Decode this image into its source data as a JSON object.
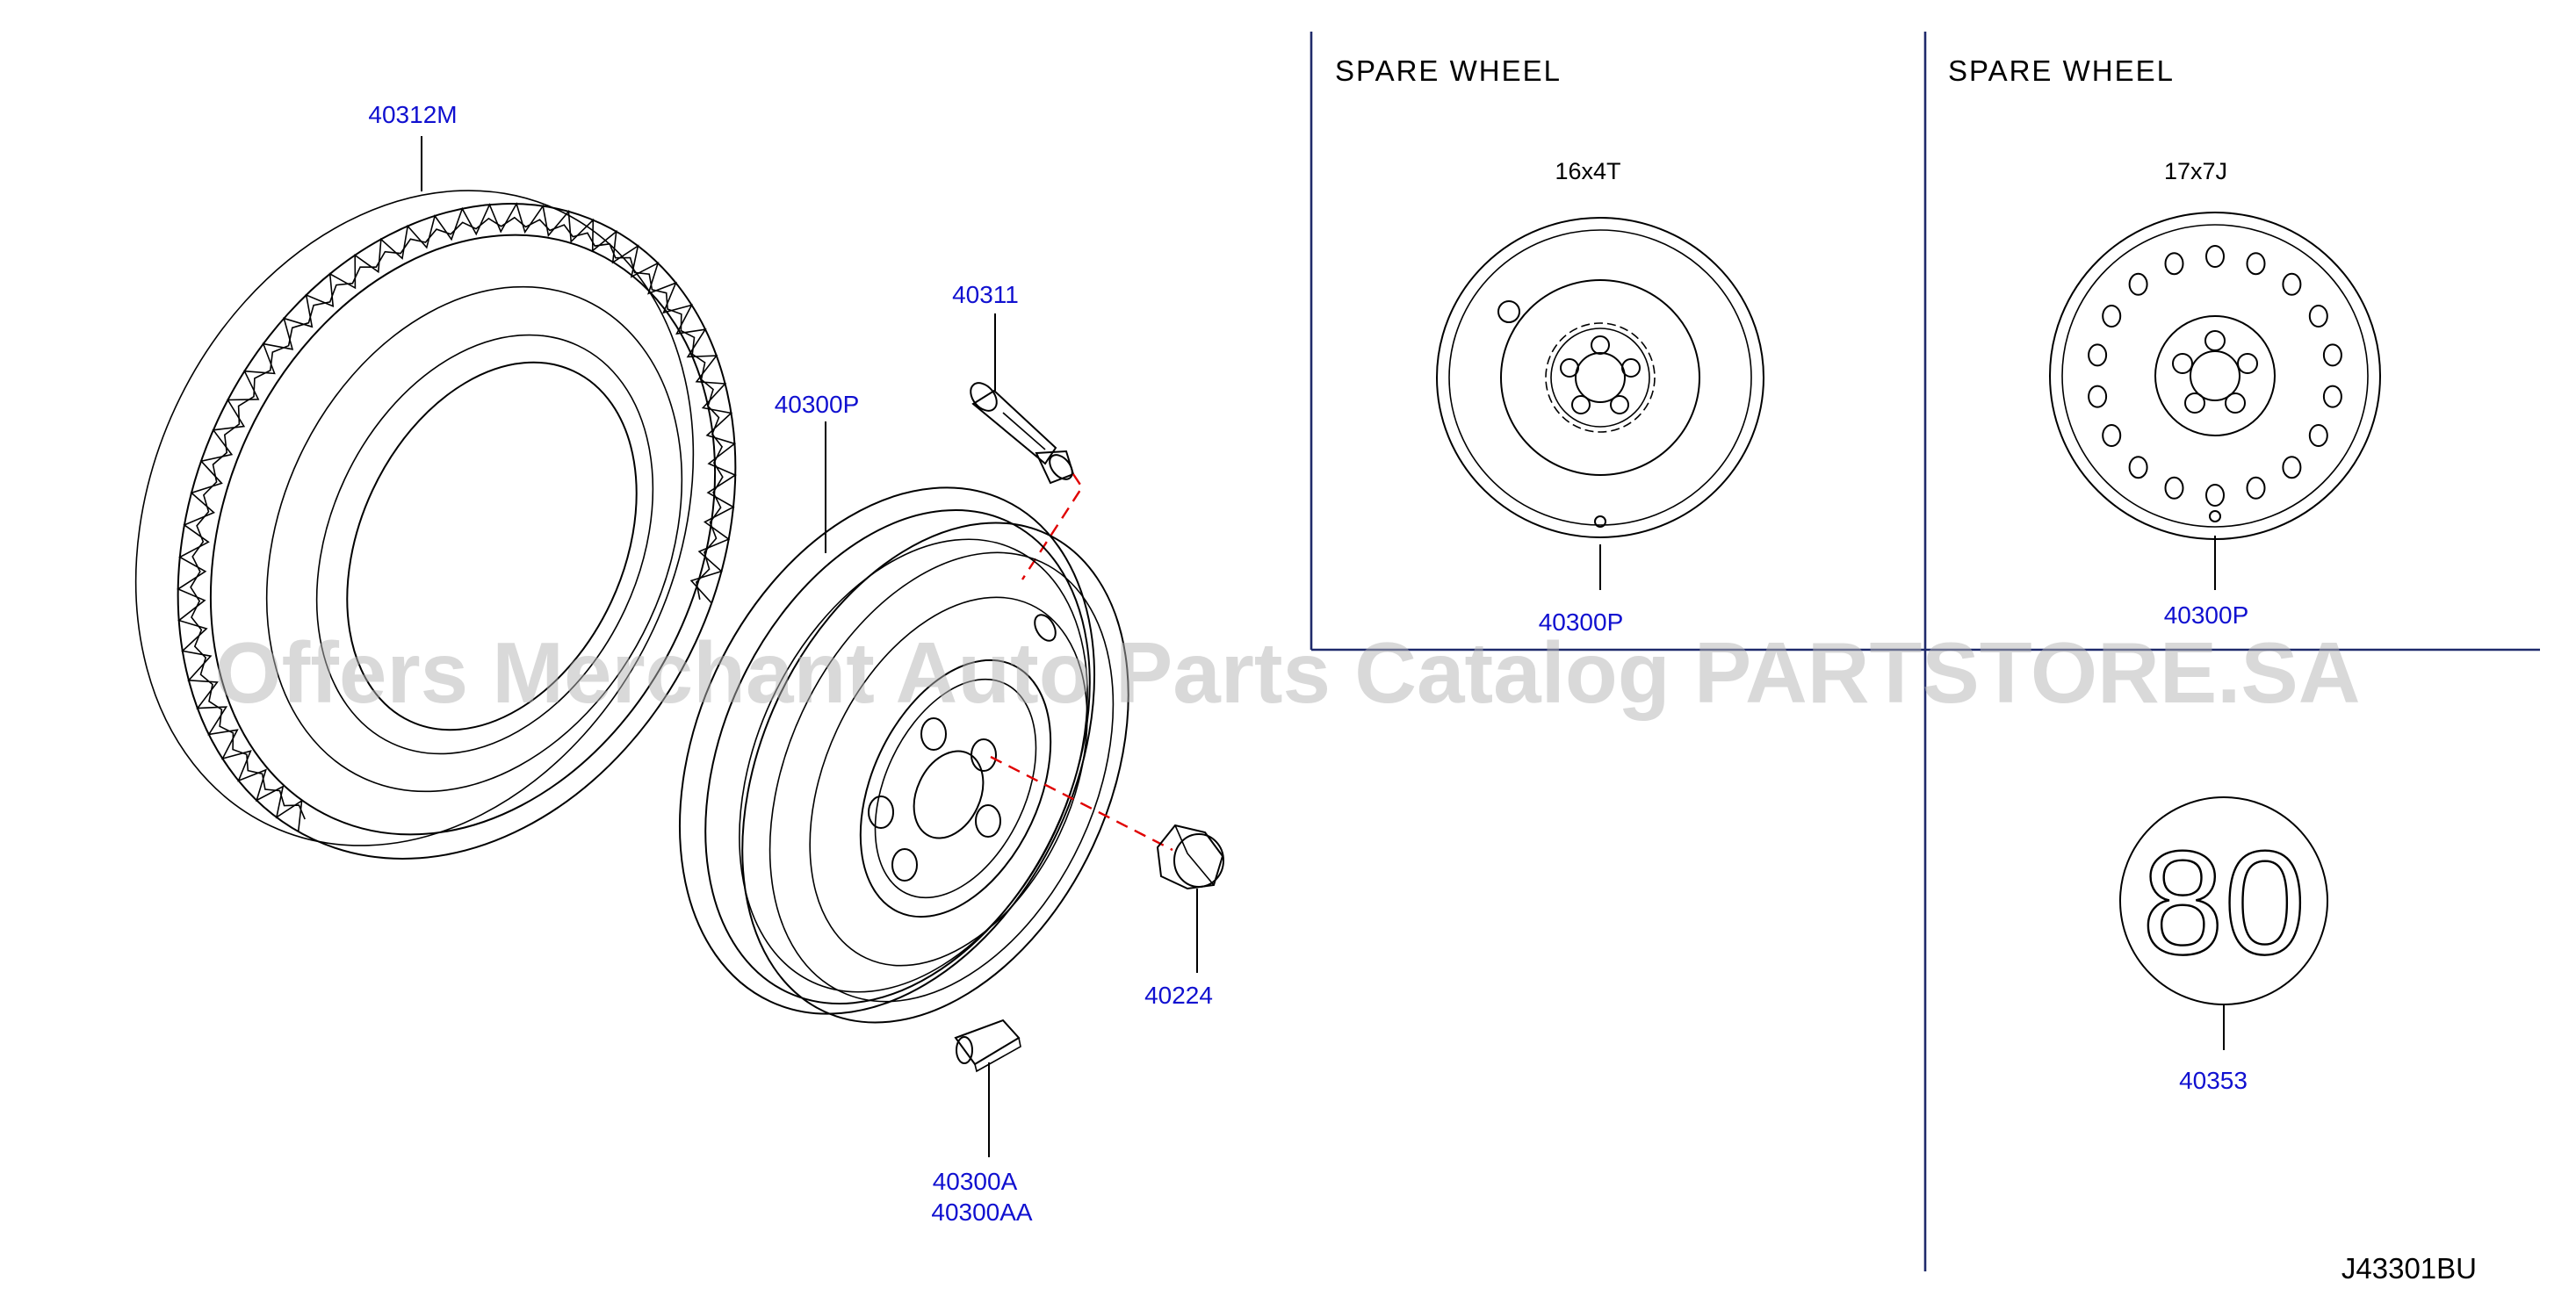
{
  "diagram": {
    "part_labels": {
      "tire": "40312M",
      "valve": "40311",
      "road_wheel": "40300P",
      "wheel_nut": "40224",
      "balance_weight_1": "40300A",
      "balance_weight_2": "40300AA",
      "spare_wheel_16": "40300P",
      "spare_wheel_17": "40300P",
      "ornament": "40353"
    },
    "panels": {
      "spare_left_title": "SPARE   WHEEL",
      "spare_left_size": "16x4T",
      "spare_right_title": "SPARE   WHEEL",
      "spare_right_size": "17x7J"
    },
    "ornament_text": "80",
    "diagram_code": "J43301BU",
    "watermark": "Offers Merchant Auto Parts Catalog PARTSTORE.SA"
  }
}
